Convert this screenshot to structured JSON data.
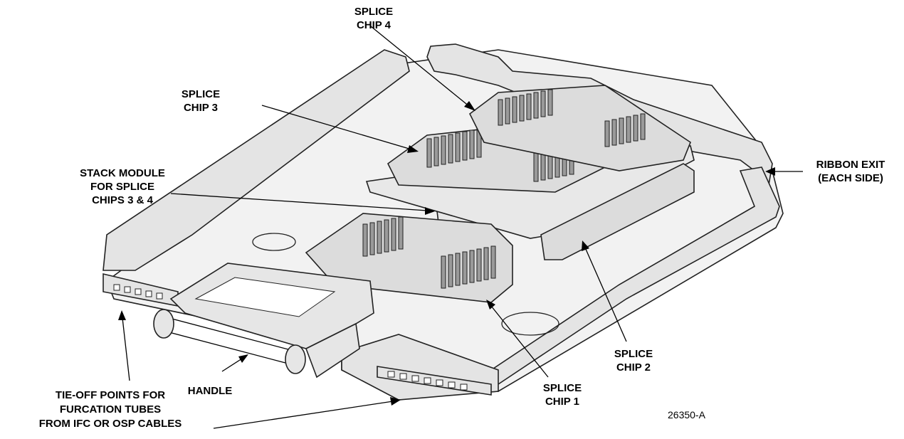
{
  "labels": {
    "splice_chip_4": [
      "SPLICE",
      "CHIP 4"
    ],
    "splice_chip_3": [
      "SPLICE",
      "CHIP 3"
    ],
    "stack_module": [
      "STACK MODULE",
      "FOR SPLICE",
      "CHIPS 3 & 4"
    ],
    "ribbon_exit": [
      "RIBBON EXIT",
      "(EACH SIDE)"
    ],
    "splice_chip_2": [
      "SPLICE",
      "CHIP 2"
    ],
    "splice_chip_1": [
      "SPLICE",
      "CHIP 1"
    ],
    "handle": "HANDLE",
    "tie_off": [
      "TIE-OFF POINTS FOR",
      "FURCATION TUBES",
      "FROM IFC OR OSP CABLES"
    ]
  },
  "figure_id": "26350-A"
}
